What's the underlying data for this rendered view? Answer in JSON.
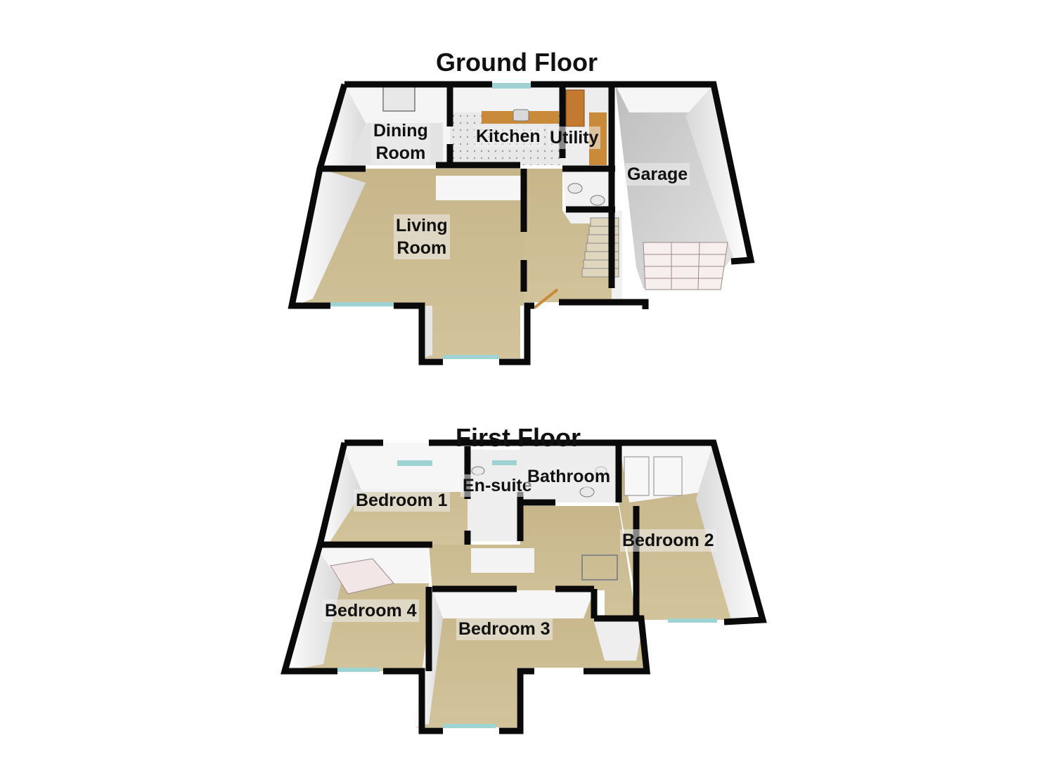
{
  "floors": {
    "ground": {
      "title": "Ground Floor",
      "rooms": {
        "dining_line1": "Dining",
        "dining_line2": "Room",
        "kitchen": "Kitchen",
        "utility": "Utility",
        "garage": "Garage",
        "living_line1": "Living",
        "living_line2": "Room"
      }
    },
    "first": {
      "title": "First Floor",
      "rooms": {
        "bedroom1": "Bedroom 1",
        "ensuite": "En-suite",
        "bathroom": "Bathroom",
        "bedroom2": "Bedroom 2",
        "bedroom3": "Bedroom 3",
        "bedroom4": "Bedroom 4"
      }
    }
  },
  "colors": {
    "wall": "#0a0a0a",
    "carpet": "#c9b98e",
    "tile_floor": "#e6e6e6",
    "garage_floor": "#cfcfcf",
    "wall_face": "#f4f4f4",
    "kitchen_worktop": "#c98b3a",
    "door": "#f2e6e6",
    "window": "#9fd2d2"
  }
}
